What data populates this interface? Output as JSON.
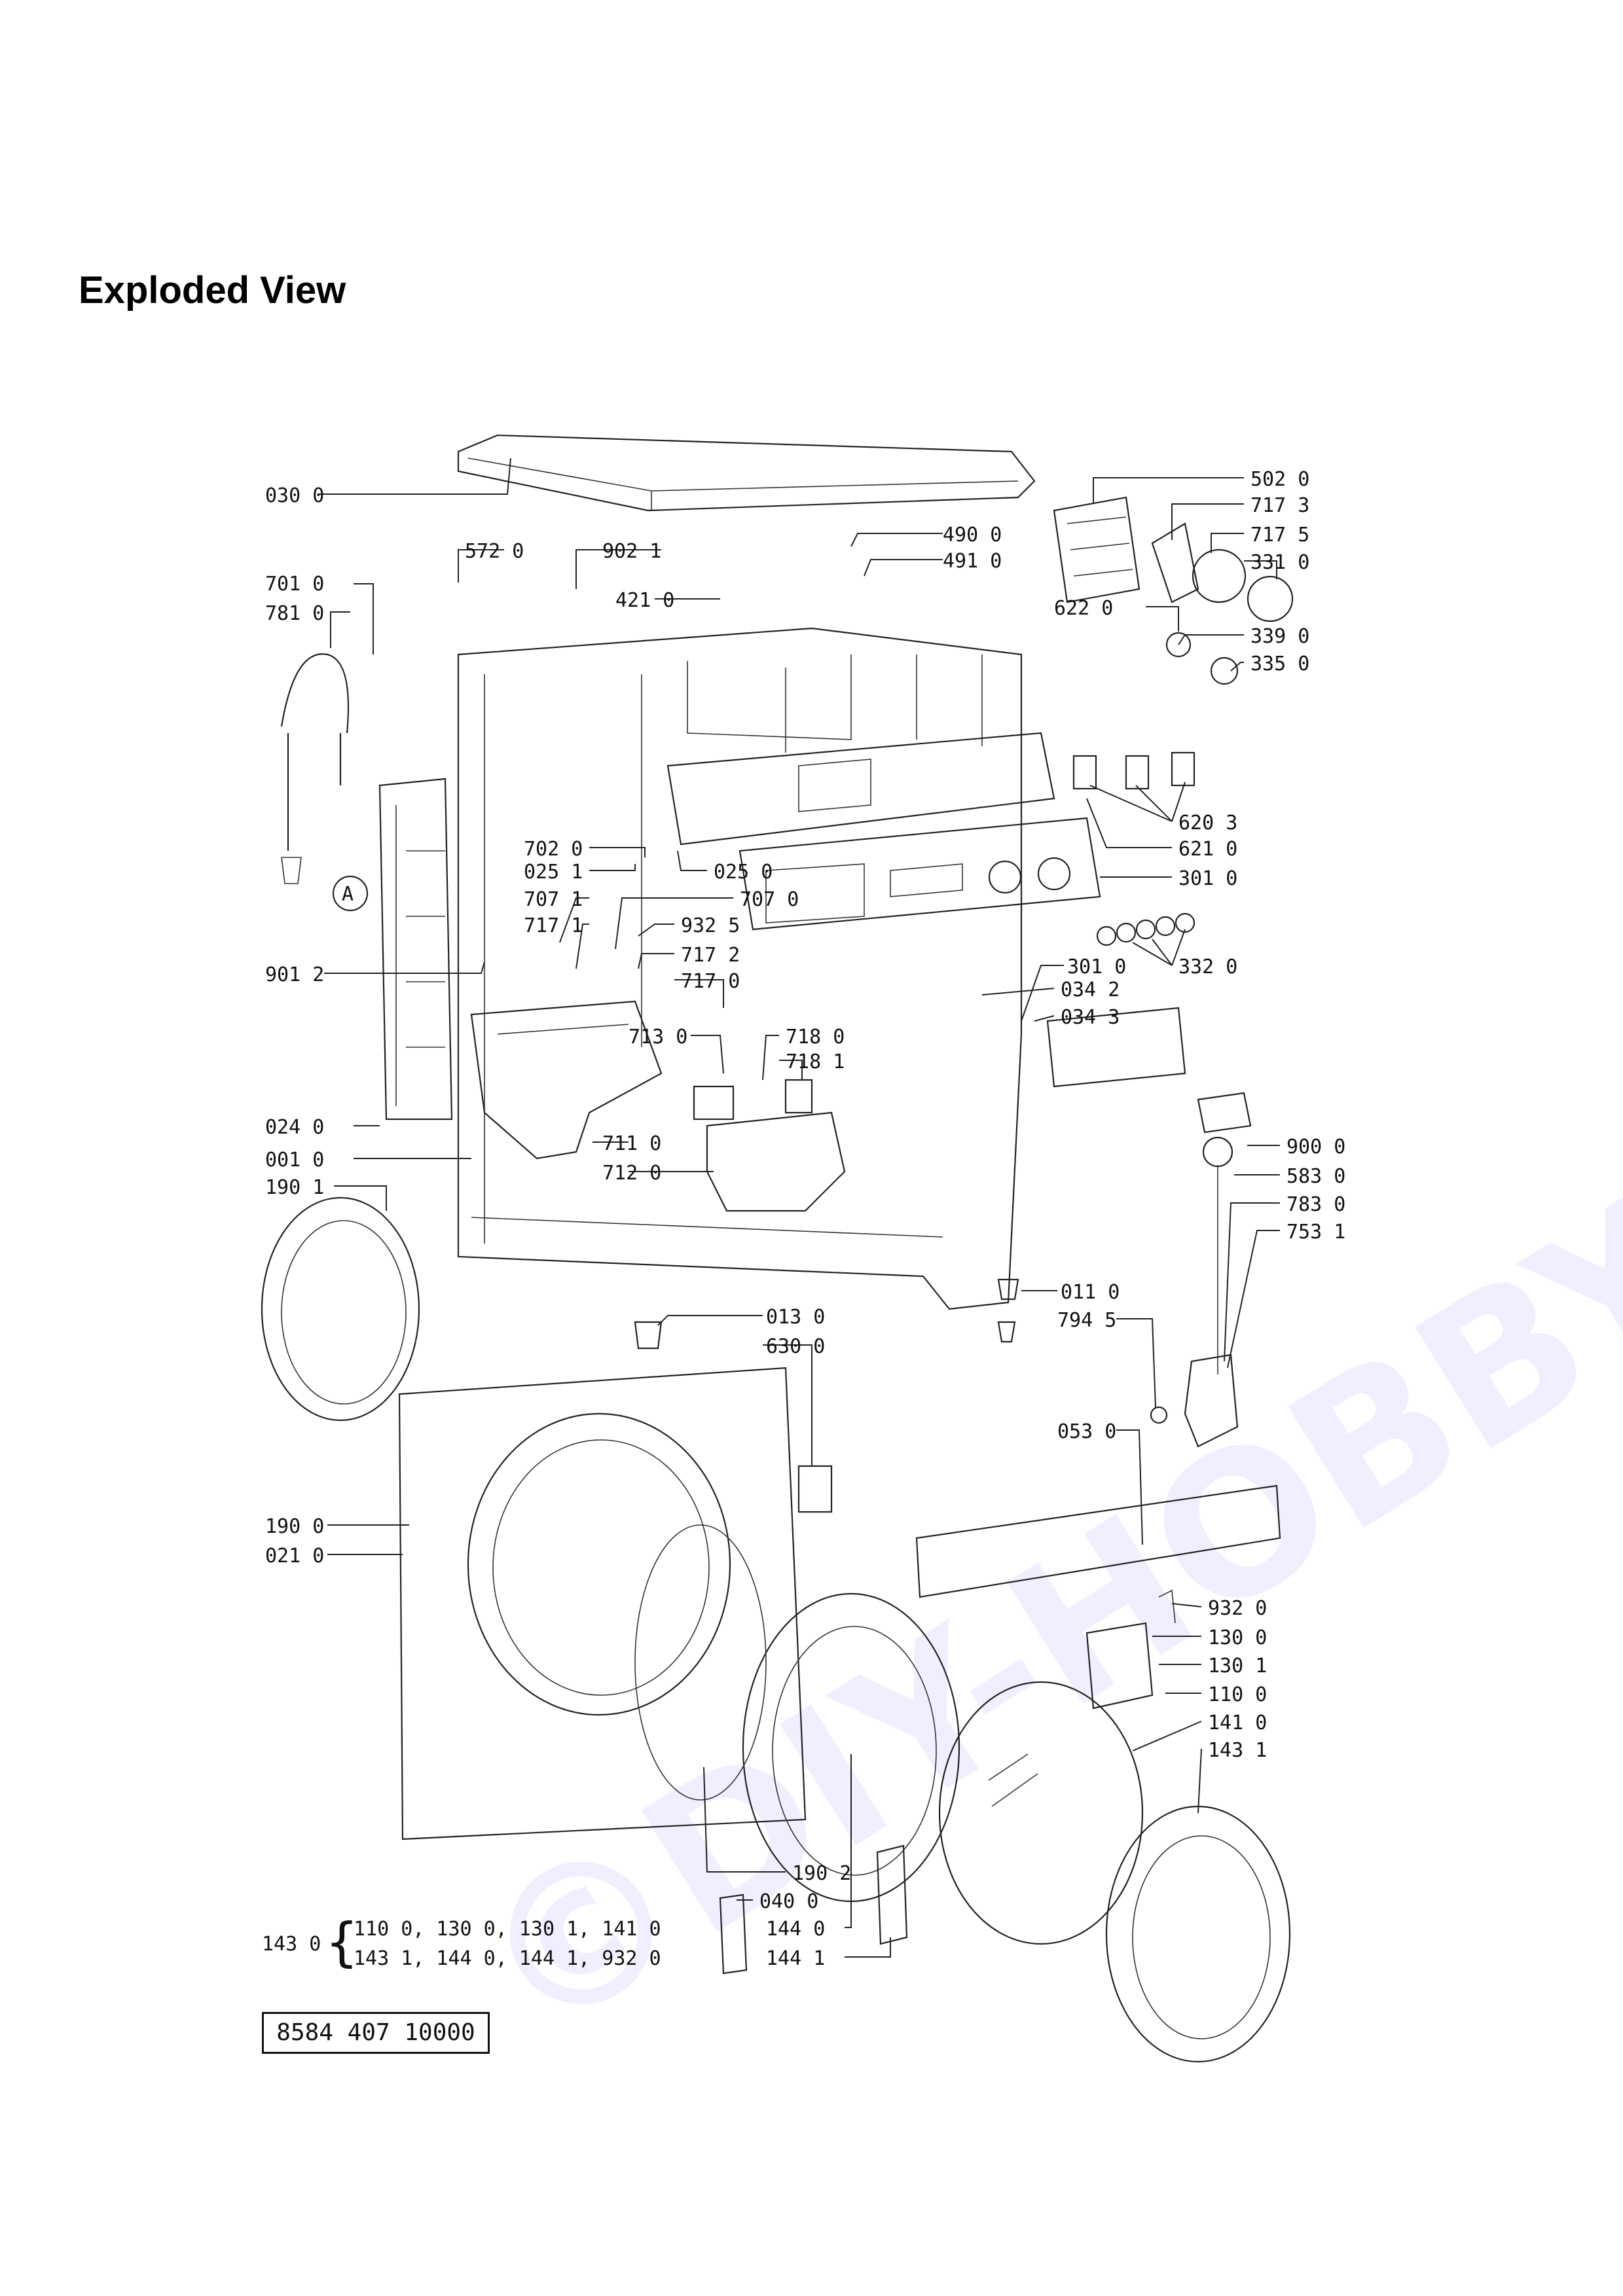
{
  "title": "Exploded View",
  "watermark": "©DIY-HOBBY.cz",
  "document_number": "8584 407 10000",
  "group_note": {
    "part": "143 0",
    "line1": "110 0,  130 0,  130 1,  141 0",
    "line2": "143 1,  144 0,  144 1,  932 0"
  },
  "labels": [
    "030 0",
    "572 0",
    "902 1",
    "490 0",
    "491 0",
    "701 0",
    "421 0",
    "781 0",
    "502 0",
    "717 3",
    "717 5",
    "331 0",
    "622 0",
    "339 0",
    "335 0",
    "620 3",
    "621 0",
    "301 0",
    "702 0",
    "025 1",
    "025 0",
    "707 1",
    "707 0",
    "717 1",
    "932 5",
    "901 2",
    "717 2",
    "717 0",
    "301 0",
    "034 2",
    "034 3",
    "332 0",
    "713 0",
    "718 0",
    "718 1",
    "024 0",
    "001 0",
    "711 0",
    "712 0",
    "190 1",
    "900 0",
    "583 0",
    "783 0",
    "753 1",
    "011 0",
    "013 0",
    "794 5",
    "630 0",
    "053 0",
    "190 0",
    "021 0",
    "932 0",
    "130 0",
    "130 1",
    "110 0",
    "141 0",
    "143 1",
    "190 2",
    "040 0",
    "144 0",
    "144 1"
  ]
}
